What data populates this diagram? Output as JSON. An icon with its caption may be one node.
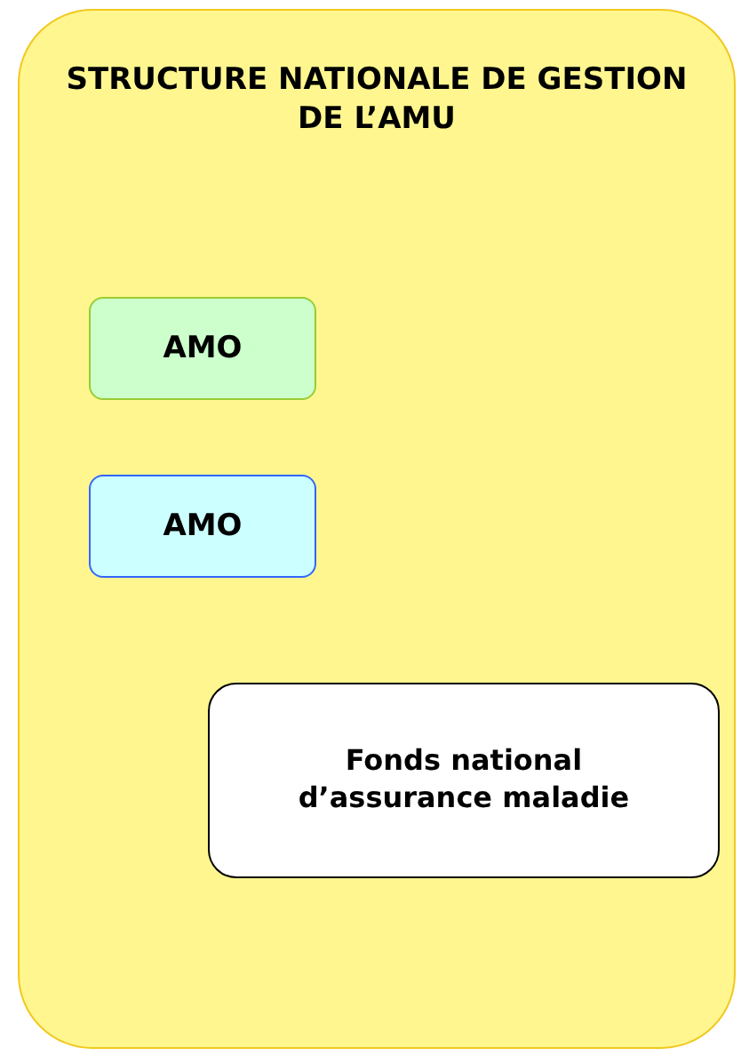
{
  "diagram": {
    "nodes": [
      {
        "text": [
          "STRUCTURE NATIONALE DE GESTION DE L’AMU"
        ]
      },
      {
        "text": [
          "AMO"
        ],
        "in": 0
      },
      {
        "text": [
          "AMO"
        ],
        "in": 0
      },
      {
        "text": [
          "Fonds national d’assurance maladie"
        ],
        "in": 0
      }
    ]
  }
}
